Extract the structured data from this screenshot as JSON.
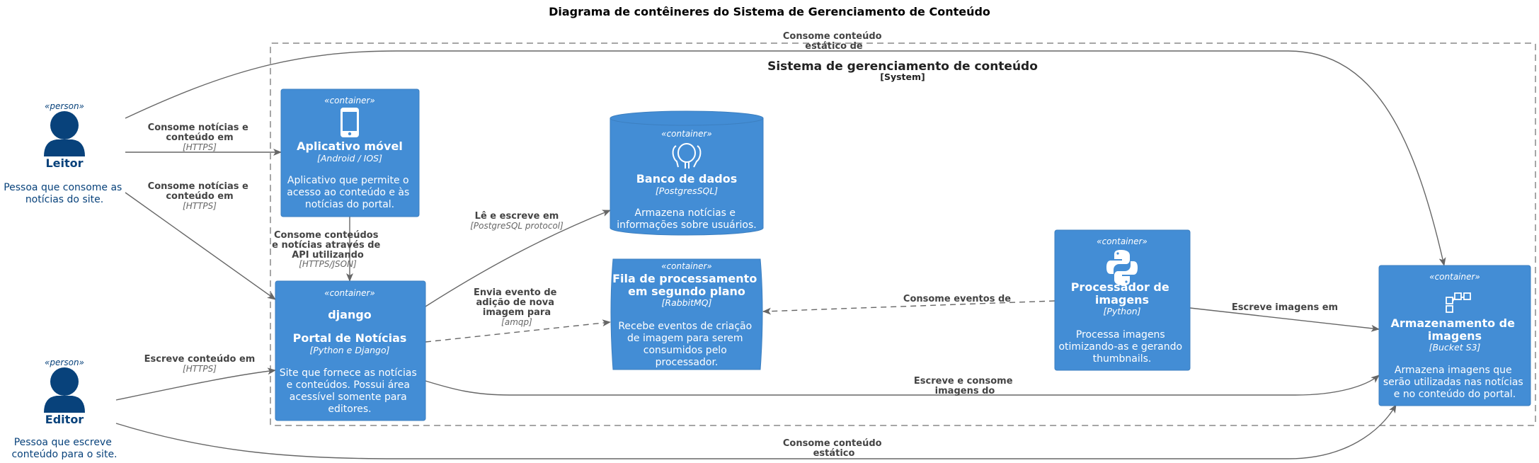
{
  "diagram": {
    "title": "Diagrama de contêineres do Sistema de Gerenciamento de Conteúdo",
    "boundary": {
      "title": "Sistema de gerenciamento de conteúdo",
      "type": "[System]"
    },
    "colors": {
      "container": "#438DD5",
      "person": "#08427B",
      "edge": "#666666"
    },
    "persons": [
      {
        "id": "leitor",
        "stereotype": "«person»",
        "name": "Leitor",
        "desc": [
          "Pessoa que consome as",
          "notícias do site."
        ]
      },
      {
        "id": "editor",
        "stereotype": "«person»",
        "name": "Editor",
        "desc": [
          "Pessoa que escreve",
          "conteúdo para o site."
        ]
      }
    ],
    "containers": [
      {
        "id": "app",
        "stereotype": "«container»",
        "icon": "smartphone-icon",
        "title": [
          "Aplicativo móvel"
        ],
        "tech": "[Android / IOS]",
        "desc": [
          "Aplicativo que permite o",
          "acesso ao conteúdo e às",
          "notícias do portal."
        ]
      },
      {
        "id": "portal",
        "stereotype": "«container»",
        "icon": "django-logo",
        "icon_text": "django",
        "title": [
          "Portal de Notícias"
        ],
        "tech": "[Python e Django]",
        "desc": [
          "Site que fornece as notícias",
          "e conteúdos. Possui área",
          "acessível somente para",
          "editores."
        ]
      },
      {
        "id": "db",
        "stereotype": "«container»",
        "icon": "postgresql-elephant-icon",
        "title": [
          "Banco de dados"
        ],
        "tech": "[PostgresSQL]",
        "desc": [
          "Armazena notícias e",
          "informações sobre usuários."
        ]
      },
      {
        "id": "queue",
        "stereotype": "«container»",
        "icon": "",
        "title": [
          "Fila de processamento",
          "em segundo plano"
        ],
        "tech": "[RabbitMQ]",
        "desc": [
          "Recebe eventos de criação",
          "de imagem para serem",
          "consumidos pelo",
          "processador."
        ]
      },
      {
        "id": "proc",
        "stereotype": "«container»",
        "icon": "python-logo-icon",
        "title": [
          "Processador de",
          "imagens"
        ],
        "tech": "[Python]",
        "desc": [
          "Processa imagens",
          "otimizando-as e gerando",
          "thumbnails."
        ]
      },
      {
        "id": "storage",
        "stereotype": "«container»",
        "icon": "s3-bucket-icon",
        "title": [
          "Armazenamento de",
          "imagens"
        ],
        "tech": "[Bucket S3]",
        "desc": [
          "Armazena imagens que",
          "serão utilizadas nas notícias",
          "e no conteúdo do portal."
        ]
      }
    ],
    "edges": [
      {
        "id": "leitor-app",
        "label": [
          "Consome notícias e",
          "conteúdo em"
        ],
        "tech": "[HTTPS]"
      },
      {
        "id": "leitor-portal",
        "label": [
          "Consome notícias e",
          "conteúdo em"
        ],
        "tech": "[HTTPS]"
      },
      {
        "id": "leitor-storage",
        "label": [
          "Consome conteúdo",
          "estático de"
        ],
        "tech": ""
      },
      {
        "id": "app-portal",
        "label": [
          "Consome conteúdos",
          "e notícias através de",
          "API utilizando"
        ],
        "tech": "[HTTPS/JSON]"
      },
      {
        "id": "portal-db",
        "label": [
          "Lê e escreve em"
        ],
        "tech": "[PostgreSQL protocol]"
      },
      {
        "id": "portal-queue",
        "label": [
          "Envia evento de",
          "adição de nova",
          "imagem para"
        ],
        "tech": "[amqp]"
      },
      {
        "id": "proc-queue",
        "label": [
          "Consome eventos de"
        ],
        "tech": ""
      },
      {
        "id": "proc-storage",
        "label": [
          "Escreve imagens em"
        ],
        "tech": ""
      },
      {
        "id": "portal-storage",
        "label": [
          "Escreve e consome",
          "imagens do"
        ],
        "tech": ""
      },
      {
        "id": "editor-portal",
        "label": [
          "Escreve conteúdo em"
        ],
        "tech": "[HTTPS]"
      },
      {
        "id": "editor-storage",
        "label": [
          "Consome conteúdo",
          "estático"
        ],
        "tech": ""
      }
    ]
  }
}
